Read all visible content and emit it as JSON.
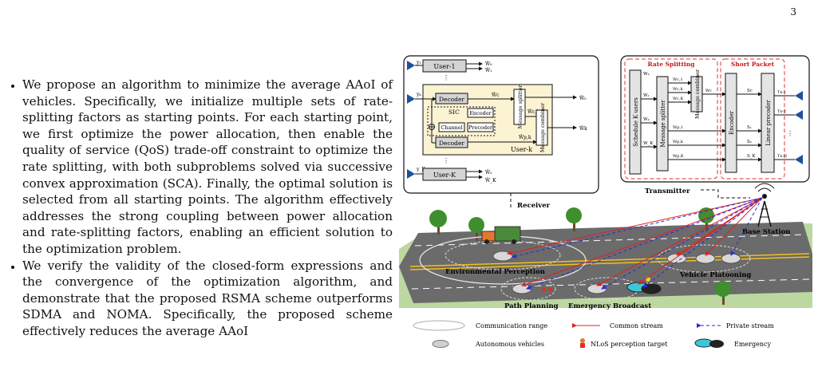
{
  "page": {
    "number": "3"
  },
  "bullets": [
    "We propose an algorithm to minimize the average AAoI of vehicles. Specifically, we initialize multiple sets of rate-splitting factors as starting points. For each starting point, we first optimize the power allocation, then enable the quality of service (QoS) trade-off constraint to optimize the rate splitting, with both subproblems solved via successive convex approximation (SCA). Finally, the optimal solution is selected from all starting points. The algorithm effectively addresses the strong coupling between power allocation and rate-splitting factors, enabling an efficient solution to the optimization problem.",
    "We verify the validity of the closed-form expressions and the convergence of the optimization algorithm, and demonstrate that the proposed RSMA scheme outperforms SDMA and NOMA. Specifically, the proposed scheme effectively reduces the average AAoI"
  ],
  "figure": {
    "receiver": {
      "label": "Receiver",
      "user1": "User-1",
      "userK": "User-K",
      "userk": "User-k",
      "sic": "SIC",
      "decoder": "Decoder",
      "encoder": "Encoder",
      "channel": "Channel",
      "precoder": "Precoder",
      "msg_splitter": "Message splitter",
      "msg_combiner": "Message combiner",
      "sym_y1": "y₁",
      "sym_yk": "yₖ",
      "sym_yK": "y_K",
      "sym_W0_1": "Ŵ₀",
      "sym_W1": "Ŵ₁",
      "sym_Wc": "Ŵc",
      "sym_W0_k": "Ŵ₀",
      "sym_Wck": "Ŵc,k",
      "sym_Wpk": "Ŵp,k",
      "sym_Wk": "Ŵk",
      "sym_W0_K": "Ŵ₀",
      "sym_WK": "Ŵ_K",
      "dots": "⋮"
    },
    "transmitter": {
      "label": "Transmitter",
      "rate_splitting": "Rate Splitting",
      "short_packet": "Short Packet",
      "schedule": "Schedule K users",
      "msg_splitter": "Message splitter",
      "msg_combiner": "Message combiner",
      "encoder": "Encoder",
      "precoder": "Linear precoder",
      "tx1": "Tx-1",
      "tx2": "Tx-2",
      "txN": "Tx-N",
      "sym_Wk_top": "Wₖ",
      "sym_W1": "W₁",
      "sym_Wk": "Wₖ",
      "sym_WK": "W_K",
      "sym_Wc1": "Wc,1",
      "sym_Wck": "Wc,k",
      "sym_WcK": "Wc,K",
      "sym_Wc": "Wc",
      "sym_Wp1": "Wp,1",
      "sym_Wpk": "Wp,k",
      "sym_WpK": "Wp,K",
      "sym_Sc": "Sc",
      "sym_S1": "S₁",
      "sym_Sk": "Sₖ",
      "sym_SK": "S_K",
      "dots": "⋮"
    },
    "scene": {
      "base_station": "Base Station",
      "env_perception": "Environmental Perception",
      "vehicle_platooning": "Vehicle Platooning",
      "path_planning": "Path Planning",
      "emergency_broadcast": "Emergency Broadcast"
    },
    "legend": {
      "communication_range": "Communication range",
      "common_stream": "Common stream",
      "private_stream": "Private stream",
      "autonomous_vehicles": "Autonomous vehicles",
      "nlos_target": "NLoS perception target",
      "emergency": "Emergency"
    },
    "colors": {
      "common_stream": "#e02020",
      "private_stream": "#2b2bd8",
      "rate_splitting_border": "#e03030",
      "receiver_fill": "#fbf3d2",
      "user_fill": "#d4d4d4",
      "road": "#6b6b6b",
      "grass": "#bcd8a0",
      "lane": "#f0c020"
    }
  }
}
